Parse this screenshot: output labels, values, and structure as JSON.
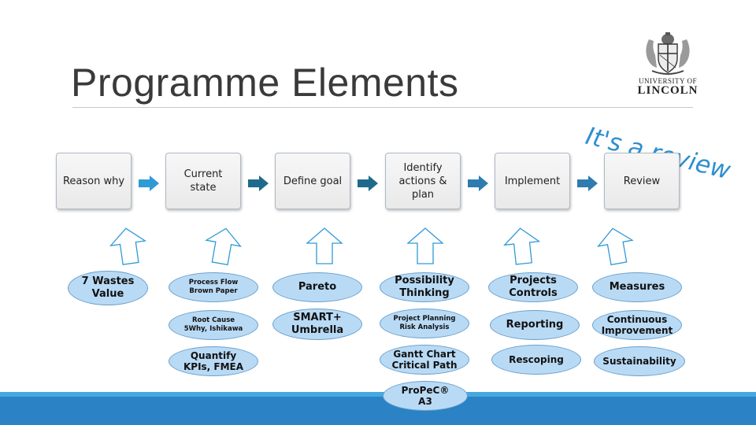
{
  "title": "Programme Elements",
  "logo": {
    "line1": "UNIVERSITY OF",
    "line2": "LINCOLN"
  },
  "annotation": "It's a review",
  "stages": [
    {
      "lines": [
        "Reason why"
      ]
    },
    {
      "lines": [
        "Current",
        "state"
      ]
    },
    {
      "lines": [
        "Define goal"
      ]
    },
    {
      "lines": [
        "Identify",
        "actions &",
        "plan"
      ]
    },
    {
      "lines": [
        "Implement"
      ]
    },
    {
      "lines": [
        "Review"
      ]
    }
  ],
  "tools": {
    "reason": [
      {
        "lines": [
          "7 Wastes",
          "Value"
        ]
      }
    ],
    "current": [
      {
        "lines": [
          "Process Flow",
          "Brown Paper"
        ]
      },
      {
        "lines": [
          "Root Cause",
          "5Why, Ishikawa"
        ]
      },
      {
        "lines": [
          "Quantify",
          "KPIs, FMEA"
        ]
      }
    ],
    "goal": [
      {
        "lines": [
          "Pareto"
        ]
      },
      {
        "lines": [
          "SMART+",
          "Umbrella"
        ]
      }
    ],
    "actions": [
      {
        "lines": [
          "Possibility",
          "Thinking"
        ]
      },
      {
        "lines": [
          "Project Planning",
          "Risk Analysis"
        ]
      },
      {
        "lines": [
          "Gantt Chart",
          "Critical Path"
        ]
      },
      {
        "lines": [
          "ProPeC®",
          "A3"
        ]
      }
    ],
    "implement": [
      {
        "lines": [
          "Projects",
          "Controls"
        ]
      },
      {
        "lines": [
          "Reporting"
        ]
      },
      {
        "lines": [
          "Rescoping"
        ]
      }
    ],
    "review": [
      {
        "lines": [
          "Measures"
        ]
      },
      {
        "lines": [
          "Continuous",
          "Improvement"
        ]
      },
      {
        "lines": [
          "Sustainability"
        ]
      }
    ]
  },
  "colors": {
    "oval_fill": "#b9daf5",
    "oval_border": "#6aa0cc",
    "arrow_light": "#2e9ad6",
    "arrow_dark": "#1f6a8c",
    "handwriting": "#2e8fd0",
    "band": "#2b82c5"
  }
}
